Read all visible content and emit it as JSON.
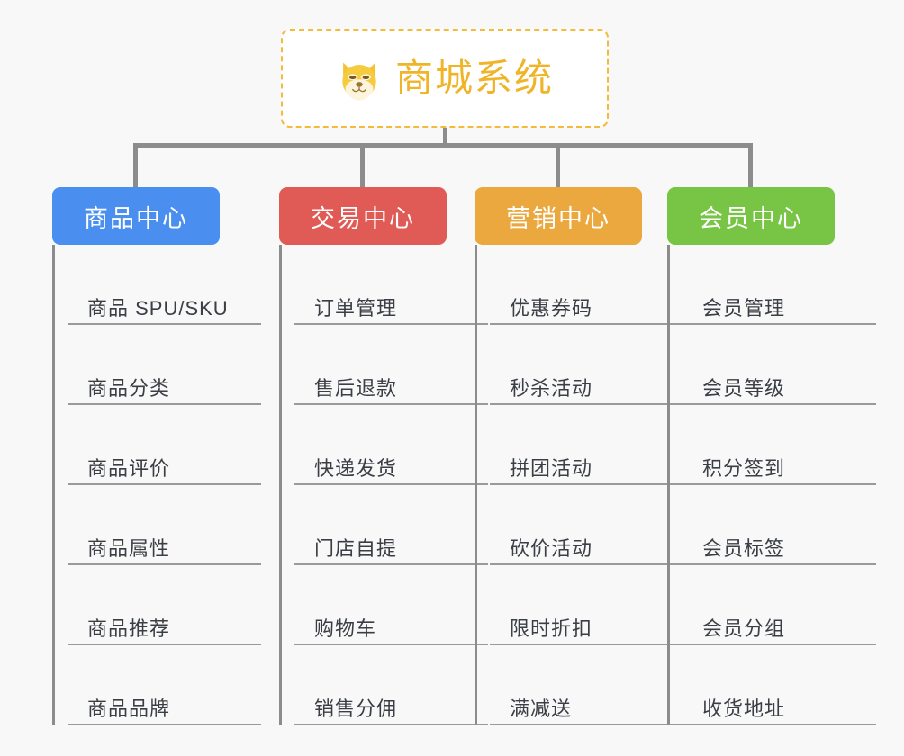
{
  "canvas": {
    "background": "#f8f8f8",
    "line_color": "#8c8c8c"
  },
  "root": {
    "title": "商城系统",
    "icon": "dog-face-icon",
    "border_color": "#f3ba3c",
    "text_color": "#f0b429",
    "fill": "#ffffff"
  },
  "columns": [
    {
      "id": "product-center",
      "label": "商品中心",
      "color": "#4a8ff0",
      "items": [
        "商品 SPU/SKU",
        "商品分类",
        "商品评价",
        "商品属性",
        "商品推荐",
        "商品品牌"
      ]
    },
    {
      "id": "trade-center",
      "label": "交易中心",
      "color": "#e05a56",
      "items": [
        "订单管理",
        "售后退款",
        "快递发货",
        "门店自提",
        "购物车",
        "销售分佣"
      ]
    },
    {
      "id": "marketing-center",
      "label": "营销中心",
      "color": "#eaa83f",
      "items": [
        "优惠券码",
        "秒杀活动",
        "拼团活动",
        "砍价活动",
        "限时折扣",
        "满减送"
      ]
    },
    {
      "id": "member-center",
      "label": "会员中心",
      "color": "#78c445",
      "items": [
        "会员管理",
        "会员等级",
        "积分签到",
        "会员标签",
        "会员分组",
        "收货地址"
      ]
    }
  ]
}
